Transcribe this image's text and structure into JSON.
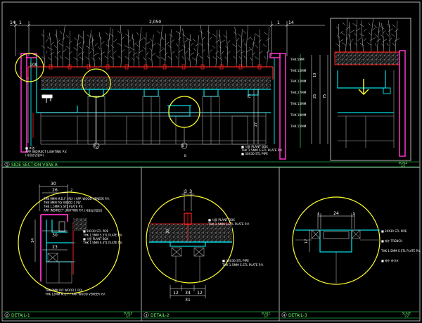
{
  "dims": {
    "d14_left": "14",
    "d2050": "2,050",
    "d1_left": "1",
    "d1_right": "1",
    "d14_right": "14",
    "d100": "100",
    "d75": "75",
    "d27": "27",
    "d25a": "25",
    "d75b": "75",
    "d10": "10",
    "det1_30": "30",
    "det1_26": "26",
    "det1_2": "2",
    "det1_30b": "30",
    "det1_23": "23",
    "det1_2b": "2",
    "det1_14": "14",
    "det2_3a": "3",
    "det2_3b": "3",
    "det2_12": "12",
    "det2_34": "34",
    "det2_12b": "12",
    "det2_31": "31",
    "det2_30": "30",
    "det3_1a": "1",
    "det3_24": "24",
    "det3_1b": "1",
    "det3_17": "17"
  },
  "bubbles": {
    "a": "A",
    "b": "B",
    "c": "C"
  },
  "right_labels": [
    "THK 5MM",
    "THK 15MM",
    "THK 12MM",
    "THK 27MM",
    "THK 15MM",
    "THK 10MM",
    "THK 15MM"
  ],
  "side_notes_left": {
    "n1": "■ 조명",
    "n2": "APP. INDIRECT LIGHTING P.V.",
    "n3": "(사용승인필요)"
  },
  "side_notes_right": {
    "n1": "■ 식물 PLANT BOX",
    "n2": "THK 1.5MM S.STL PLATE P.V.",
    "n3": "■ 30X30 STL PIPE"
  },
  "det1_notes": {
    "top": [
      "THK 9MM M.D.F / PLY / APP. WOOD VENEER P.V.",
      "THK 9MM PLY WOOD 1 PLY",
      "THK 1.5MM S.STL PLATE P.V.",
      "APP. INDIRECT LIGHTING P.V. (사용승인필요)"
    ],
    "mid": [
      "■ 30X30 STL PIPE",
      "THK 1.5MM S.STL PLATE P.V.",
      "■ 식물 PLANT BOX",
      "THK 1.5MM S.STL PLATE P.V."
    ],
    "bottom": [
      "THK 9MM PLY WOOD 1 PLY",
      "THK 12MM M.D.F / APP. WOOD VENEER P.V."
    ]
  },
  "det2_notes": {
    "top": [
      "■ 식물 PLANT BOX",
      "THK 1.5MM S.STL PLATE P.V."
    ],
    "bottom": [
      "■ 30X30 STL PIPE",
      "THK 1.5MM S.STL PLATE P.V."
    ]
  },
  "det3_notes": [
    "■ 30X30 STL PIPE",
    "■ 배수 TRENCH",
    "THK 1.5MM S.STL PLATE P.V.",
    "■ 배수 파이프"
  ],
  "panels": {
    "side": {
      "num": "1",
      "title": "SIDE SECTION VIEW-A",
      "scale_label": "SCALE",
      "scale_value": "1/5"
    },
    "det1": {
      "num": "2",
      "title": "DETAIL-1",
      "scale_label": "SCALE",
      "scale_value": "1/2"
    },
    "det2": {
      "num": "3",
      "title": "DETAIL-2",
      "scale_label": "SCALE",
      "scale_value": "1/2"
    },
    "det3": {
      "num": "4",
      "title": "DETAIL-3",
      "scale_label": "SCALE",
      "scale_value": "1/2"
    }
  },
  "colors": {
    "background": "#000000",
    "frame": "#d8d8d8",
    "cyan": "#00d8e0",
    "red": "#ff2020",
    "magenta": "#ff33cc",
    "yellow": "#ffff33",
    "green": "#33ff66",
    "gray": "#9a9a9a"
  }
}
